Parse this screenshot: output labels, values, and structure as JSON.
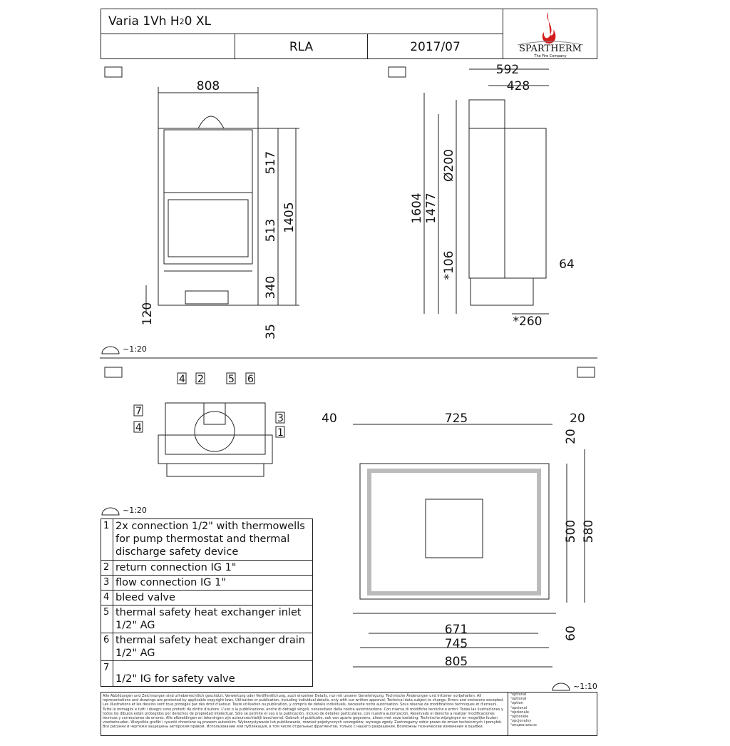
{
  "header": {
    "title": "Varia 1Vh H",
    "title_sub": "2",
    "title_end": "0 XL",
    "code": "RLA",
    "date": "2017/07",
    "logo_text": "SPARTHERM",
    "logo_tagline": "The Fire Company"
  },
  "front_view": {
    "width": "808",
    "dims": [
      "517",
      "513",
      "340",
      "1405",
      "120",
      "35"
    ]
  },
  "side_view": {
    "dims": [
      "592",
      "428",
      "1604",
      "1477",
      "Ø200",
      "*106",
      "64",
      "*260"
    ]
  },
  "scales": [
    "~1:20",
    "~1:20",
    "~1:10"
  ],
  "top_view": {
    "labels_top": [
      "4",
      "2",
      "5",
      "6"
    ],
    "labels_left": [
      "7",
      "4"
    ],
    "labels_right": [
      "3",
      "1"
    ]
  },
  "plan_view": {
    "dims": [
      "40",
      "725",
      "20",
      "20",
      "500",
      "580",
      "60",
      "671",
      "745",
      "805"
    ]
  },
  "legend": [
    {
      "n": "1",
      "text": "2x connection 1/2\" with thermowells for pump thermostat and thermal discharge safety device"
    },
    {
      "n": "2",
      "text": "return connection IG 1\""
    },
    {
      "n": "3",
      "text": "flow connection IG 1\""
    },
    {
      "n": "4",
      "text": "bleed valve"
    },
    {
      "n": "5",
      "text": "thermal safety heat exchanger inlet 1/2\" AG"
    },
    {
      "n": "6",
      "text": "thermal safety heat exchanger drain 1/2\" AG"
    },
    {
      "n": "7",
      "text": "1/2\" IG for safety valve"
    }
  ],
  "footer": {
    "disclaimer": "Alle Abbildungen und Zeichnungen sind urheberrechtlich geschützt. Verwertung oder Veröffentlichung, auch einzelner Details, nur mit unserer Genehmigung. Technische Änderungen und Irrtümer vorbehalten. All representations and drawings are protected by applicable copyright laws. Utilisation or publication, including individual details, only with our written approval. Technical data subject to change. Errors and omissions excepted. Les illustrations et les dessins sont tous protégés par des droit d'auteur. Toute utilisation ou publication, y compris de détails individuels, nécessite notre autorisation. Sous réserve de modifications techniques et d'erreurs. Tutte le immagini e tutti i disegni sono protetti da diritto d'autore. L'uso o la pubblicazione, anche di dettagli singoli, necessitano della nostra autorizzazione. Con riserva di modifiche tecniche e errori. Todas las ilustraciones y todos los dibujos están protegidos por derechos de propiedad intelectual. Sólo se permite el uso o la publicación, incluso de detalles particulares, con nuestra autorización. Reservado el derecho a realizar modificaciones técnicas y correcciones de errores. Alle afbeeldingen en tekeningen zijn auteursrechtelijk beschermd. Gebruik of publicatie, ook van aparte gegevens, alleen met onze toelating. Technische wijzigingen en mogelijke fouten voorbehouden. Wszystkie grafiki i rysunki chronione są prawem autorskim. Wykorzystywanie lub publikowanie, również pojedynczych szczegółów, wymaga zgody. Zastrzegamy sobie prawo do zmian technicznych i pomyłek. Все рисунки и чертежи защищены авторским правом. Использование или публикация, в том числе отдельных фрагментов, только с нашего разрешения. Возможны технические изменения и ошибки.",
    "optional": [
      "¹optional",
      "¹optional",
      "¹option",
      "¹opcional",
      "¹opzionale",
      "¹optionele",
      "¹opcjonalny",
      "¹опционально"
    ]
  }
}
